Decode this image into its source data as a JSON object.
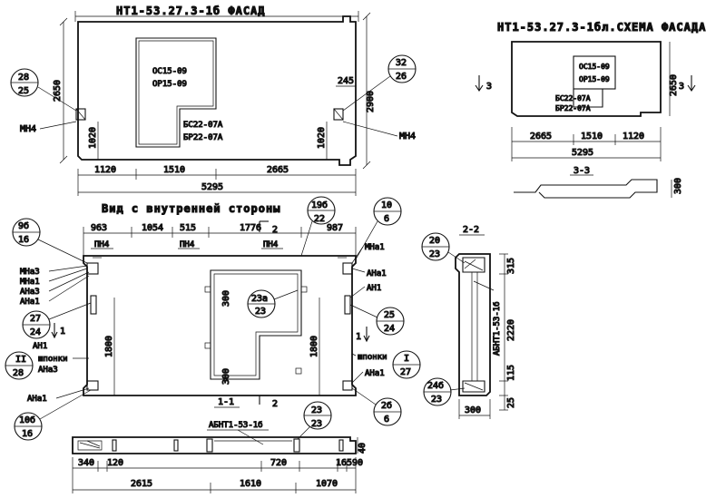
{
  "facade": {
    "title": "НТ1-53.27.3-1б ФАСАД",
    "opening_top": [
      "ОС15-09",
      "ОР15-09"
    ],
    "opening_bottom": [
      "БС22-07А",
      "БР22-07А"
    ],
    "left_marker": {
      "top": "28",
      "bottom": "25"
    },
    "right_marker": {
      "top": "32",
      "bottom": "26"
    },
    "left_mark": "МН4",
    "right_mark": "МН4",
    "dim_left_height": "2650",
    "dim_right_height": "2900",
    "dim_left_low": "1020",
    "dim_right_low": "1020",
    "dim_245": "245",
    "dims_bottom": [
      "1120",
      "1510",
      "2665"
    ],
    "dim_total": "5295"
  },
  "scheme": {
    "title": "НТ1-53.27.3-1бл.СХЕМА ФАСАДА",
    "opening_top": [
      "ОС15-09",
      "ОР15-09"
    ],
    "opening_bottom": [
      "БС22-07А",
      "БР22-07А"
    ],
    "section_left": "3",
    "section_right": "3",
    "dim_height": "2650",
    "dims_bottom": [
      "2665",
      "1510",
      "1120"
    ],
    "dim_total": "5295",
    "section_title": "3-3",
    "section_dim": "300"
  },
  "inner": {
    "title": "Вид с внутренней стороны",
    "dims_top": [
      "963",
      "1054",
      "515",
      "1776",
      "987"
    ],
    "cut_top": "2",
    "cut_bottom": "2",
    "cut_left": "1",
    "cut_right": "1",
    "marks_top": [
      "ПН4",
      "ПН4",
      "ПН4"
    ],
    "markers": [
      {
        "top": "9б",
        "bottom": "16"
      },
      {
        "top": "19б",
        "bottom": "22"
      },
      {
        "top": "10",
        "bottom": "6"
      },
      {
        "top": "27",
        "bottom": "24"
      },
      {
        "top": "25",
        "bottom": "24"
      },
      {
        "top": "II",
        "bottom": "28"
      },
      {
        "top": "I",
        "bottom": "27"
      },
      {
        "top": "10б",
        "bottom": "16"
      },
      {
        "top": "2б",
        "bottom": "6"
      },
      {
        "top": "23а",
        "bottom": "23"
      }
    ],
    "left_labels": [
      "МНа3",
      "МНа1",
      "АНа3",
      "АНа1",
      "АН1",
      "шпонки",
      "АНа3",
      "АНа1"
    ],
    "right_labels": [
      "МНа1",
      "АНа1",
      "АН1",
      "шпонки",
      "АНа1"
    ],
    "dim_left_height": "1800",
    "dim_right_height": "1800",
    "dim_300a": "300",
    "dim_300b": "300"
  },
  "sec11": {
    "title": "1-1",
    "mark": "АБНТ1-53-1б",
    "marker": {
      "top": "23",
      "bottom": "23"
    },
    "dims_upper": [
      "340",
      "120",
      "720",
      "165",
      "90"
    ],
    "dims_lower": [
      "2615",
      "1610",
      "1070"
    ],
    "dim_right": "40"
  },
  "sec22": {
    "title": "2-2",
    "marker_top": {
      "top": "20",
      "bottom": "23"
    },
    "marker_bottom": {
      "top": "24б",
      "bottom": "23"
    },
    "mark": "АБНТ1-53-1б",
    "dims_right": [
      "315",
      "2220",
      "115",
      "25"
    ],
    "dim_bottom": "300"
  }
}
